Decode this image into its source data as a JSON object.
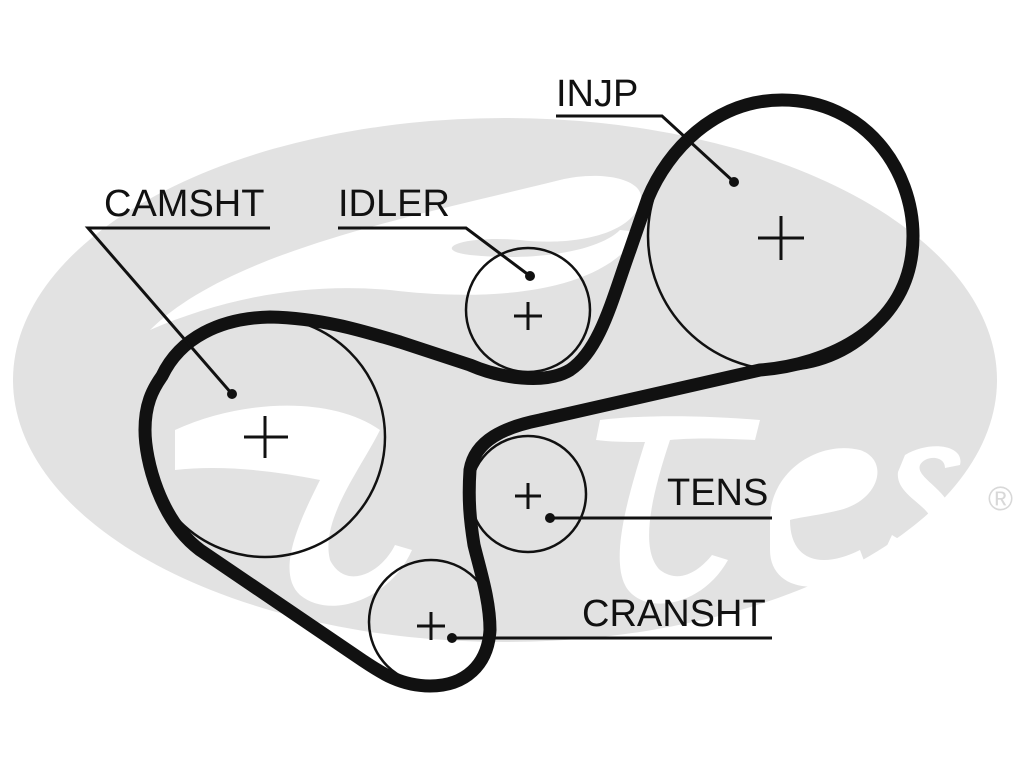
{
  "diagram": {
    "labels": {
      "camshaft": "CAMSHT",
      "idler": "IDLER",
      "injection_pump": "INJP",
      "tensioner": "TENS",
      "crankshaft": "CRANSHT"
    },
    "watermark": {
      "registered_mark": "®"
    },
    "colors": {
      "line": "#111111",
      "watermark": "#e2e2e2",
      "background": "#ffffff"
    }
  }
}
